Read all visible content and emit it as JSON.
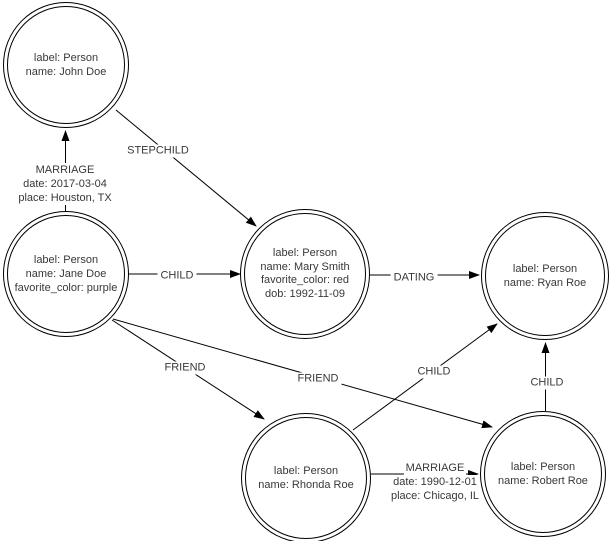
{
  "diagram": {
    "background_color": "#ffffff",
    "line_color": "#000000",
    "text_color": "#383838"
  },
  "nodes": [
    {
      "id": "john",
      "lines": [
        "label: Person",
        "name: John Doe"
      ]
    },
    {
      "id": "jane",
      "lines": [
        "label: Person",
        "name: Jane Doe",
        "favorite_color: purple"
      ]
    },
    {
      "id": "mary",
      "lines": [
        "label: Person",
        "name: Mary Smith",
        "favorite_color: red",
        "dob: 1992-11-09"
      ]
    },
    {
      "id": "ryan",
      "lines": [
        "label: Person",
        "name: Ryan Roe"
      ]
    },
    {
      "id": "rhonda",
      "lines": [
        "label: Person",
        "name: Rhonda Roe"
      ]
    },
    {
      "id": "robert",
      "lines": [
        "label: Person",
        "name: Robert Roe"
      ]
    }
  ],
  "edges": [
    {
      "label": "MARRIAGE",
      "details": [
        "date: 2017-03-04",
        "place: Houston, TX"
      ],
      "from": "jane",
      "to": "john"
    },
    {
      "label": "STEPCHILD",
      "from": "john",
      "to": "mary"
    },
    {
      "label": "CHILD",
      "from": "jane",
      "to": "mary"
    },
    {
      "label": "DATING",
      "from": "mary",
      "to": "ryan"
    },
    {
      "label": "FRIEND",
      "from": "jane",
      "to": "rhonda"
    },
    {
      "label": "FRIEND",
      "from": "jane",
      "to": "robert"
    },
    {
      "label": "CHILD",
      "from": "rhonda",
      "to": "ryan"
    },
    {
      "label": "CHILD",
      "from": "robert",
      "to": "ryan"
    },
    {
      "label": "MARRIAGE",
      "details": [
        "date: 1990-12-01",
        "place: Chicago, IL"
      ],
      "from": "rhonda",
      "to": "robert"
    }
  ]
}
